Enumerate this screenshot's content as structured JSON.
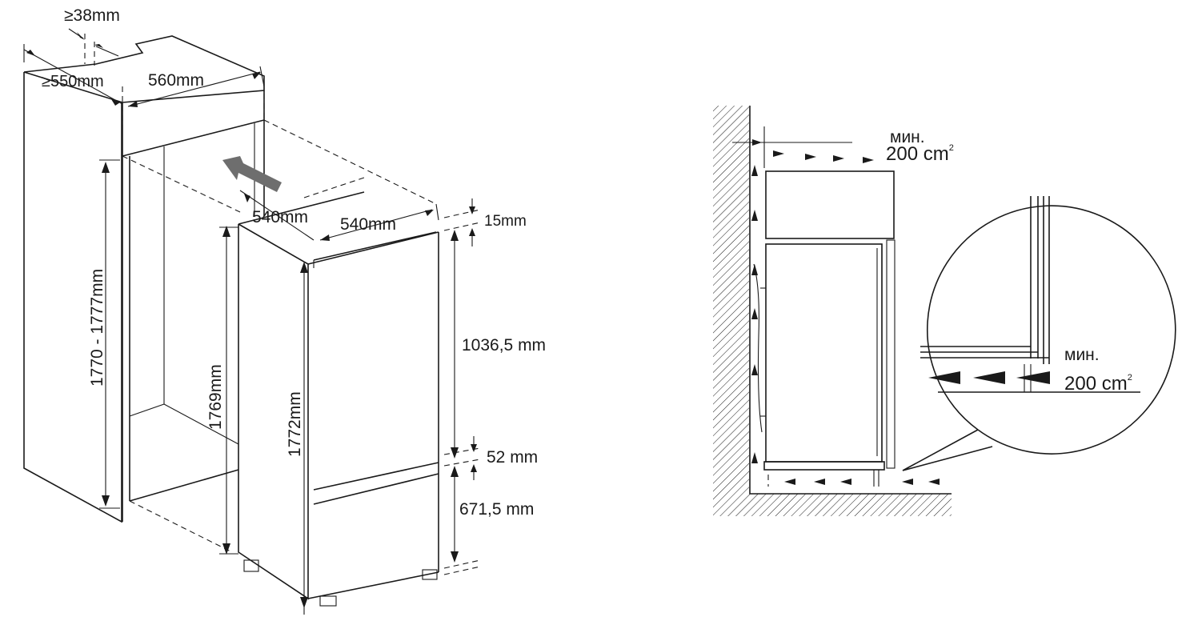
{
  "dimensions": {
    "back_gap": "≥38mm",
    "niche_depth": "≥550mm",
    "niche_width": "560mm",
    "niche_height": "1770 - 1777mm",
    "appliance_depth": "540mm",
    "appliance_width": "540mm",
    "top_clearance": "15mm",
    "appliance_side_height": "1769mm",
    "appliance_front_height": "1772mm",
    "upper_door_height": "1036,5 mm",
    "door_gap": "52 mm",
    "lower_door_height": "671,5 mm"
  },
  "ventilation": {
    "top_label": "мин.",
    "top_value": "200 cm",
    "top_unit_sup": "2",
    "detail_label": "мин.",
    "detail_value": "200 cm",
    "detail_unit_sup": "2"
  }
}
